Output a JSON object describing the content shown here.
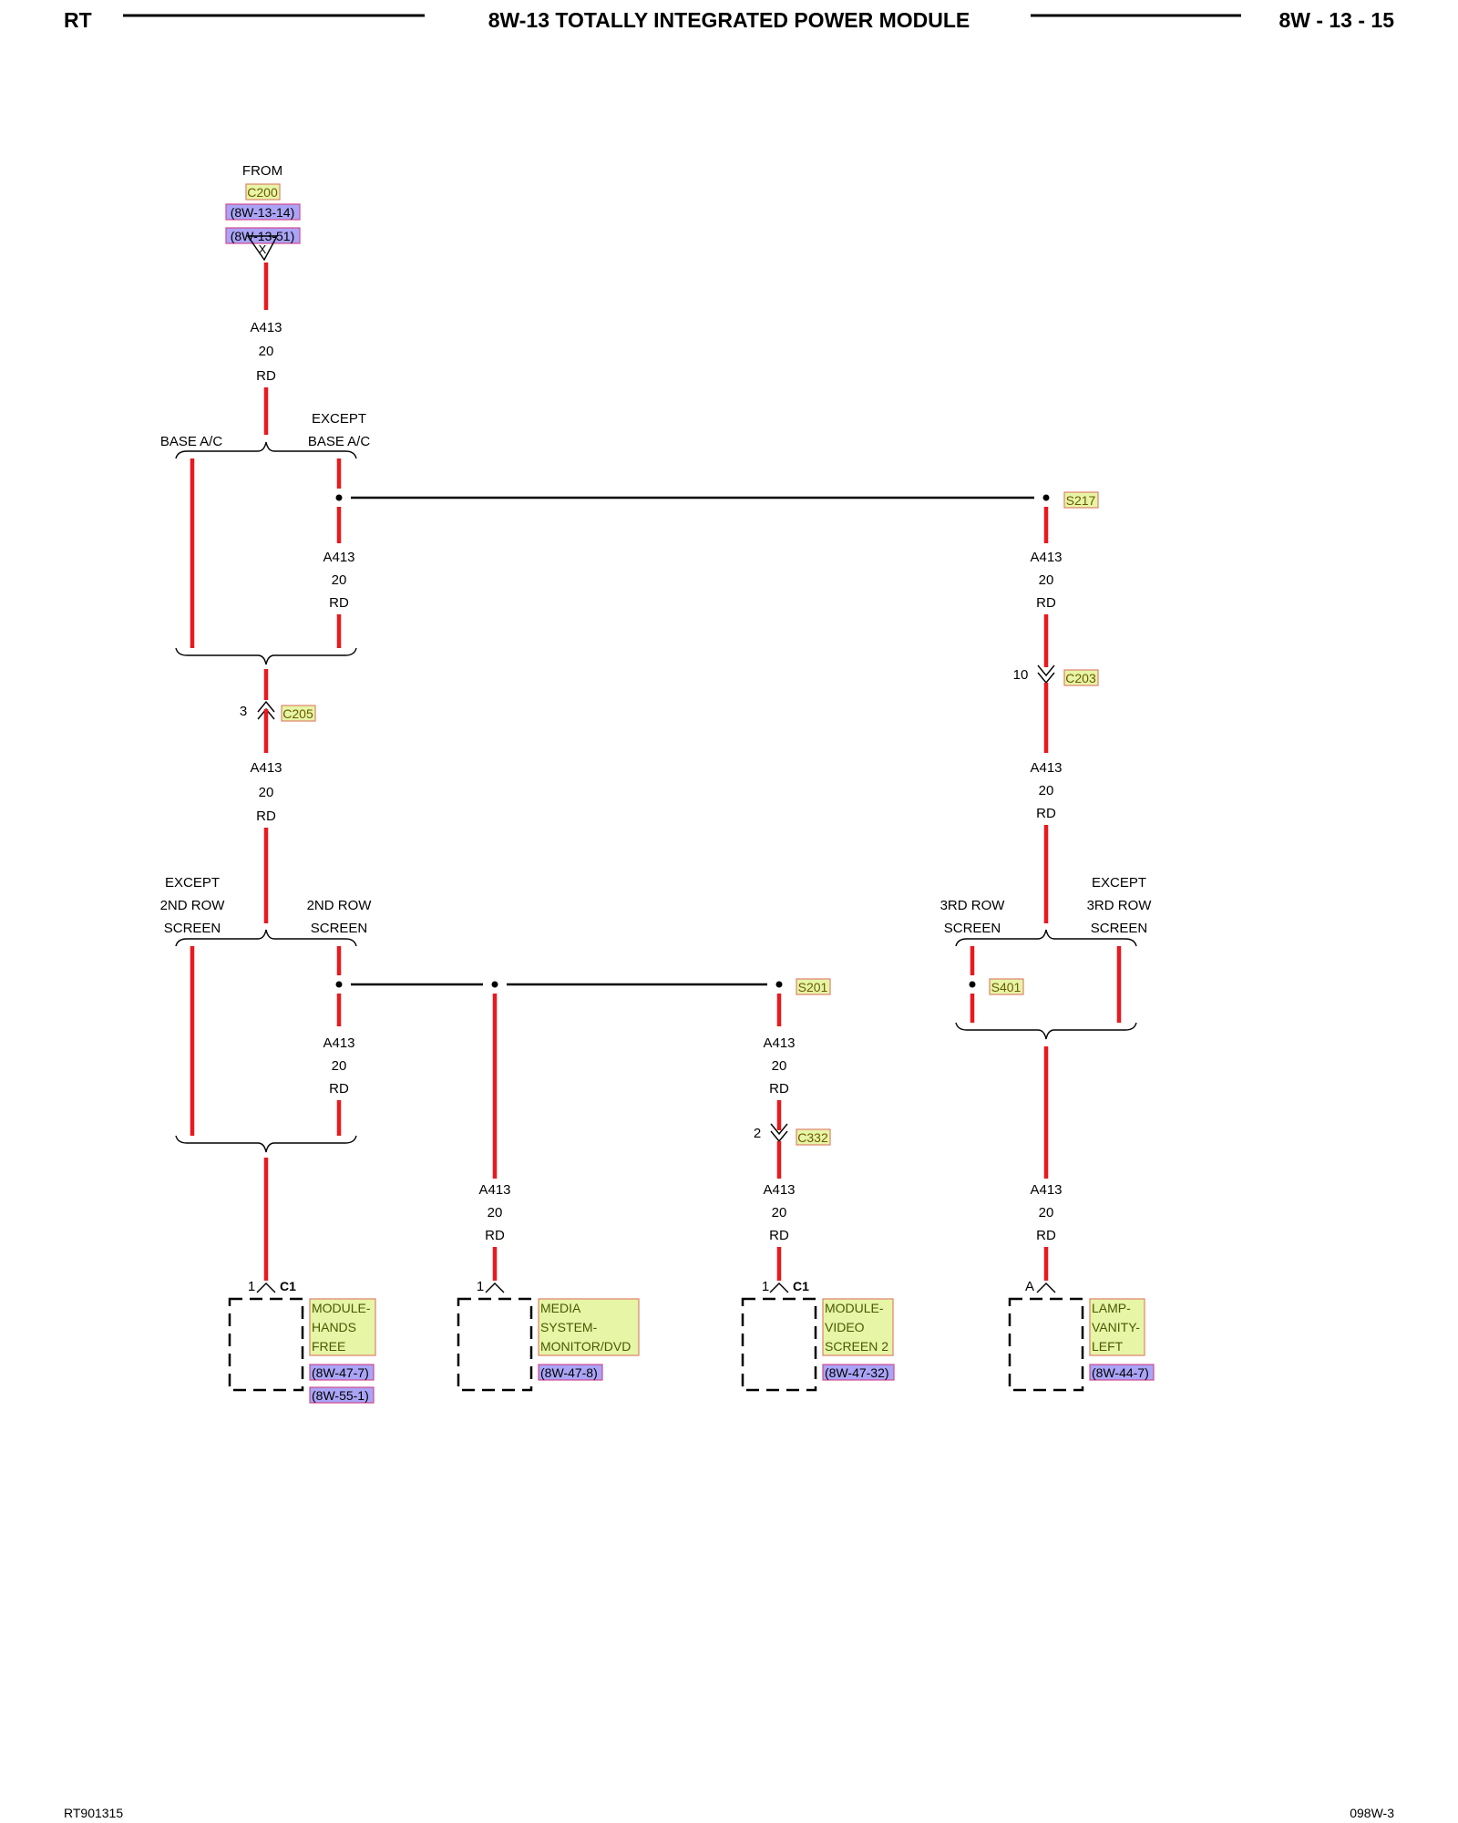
{
  "header": {
    "left": "RT",
    "title": "8W-13 TOTALLY INTEGRATED POWER MODULE",
    "right": "8W - 13 - 15"
  },
  "footer": {
    "left": "RT901315",
    "right": "098W-3"
  },
  "from_block": {
    "from": "FROM",
    "connector": "C200",
    "refs": [
      "(8W-13-14)",
      "(8W-13-51)"
    ],
    "pin": "X"
  },
  "wire": {
    "circuit": "A413",
    "gauge": "20",
    "color": "RD"
  },
  "options": {
    "base_ac": "BASE A/C",
    "except_base_ac": [
      "EXCEPT",
      "BASE A/C"
    ],
    "except_2nd_row": [
      "EXCEPT",
      "2ND ROW",
      "SCREEN"
    ],
    "2nd_row": [
      "2ND ROW",
      "SCREEN"
    ],
    "3rd_row": [
      "3RD ROW",
      "SCREEN"
    ],
    "except_3rd_row": [
      "EXCEPT",
      "3RD ROW",
      "SCREEN"
    ]
  },
  "splices": {
    "s217": "S217",
    "s201": "S201",
    "s401": "S401"
  },
  "connectors": {
    "c205": {
      "name": "C205",
      "pin": "3"
    },
    "c203": {
      "name": "C203",
      "pin": "10"
    },
    "c332": {
      "name": "C332",
      "pin": "2"
    }
  },
  "components": [
    {
      "pin": "1",
      "conn": "C1",
      "lines": [
        "MODULE-",
        "HANDS",
        "FREE"
      ],
      "refs": [
        "(8W-47-7)",
        "(8W-55-1)"
      ]
    },
    {
      "pin": "1",
      "conn": "",
      "lines": [
        "MEDIA",
        "SYSTEM-",
        "MONITOR/DVD"
      ],
      "refs": [
        "(8W-47-8)"
      ]
    },
    {
      "pin": "1",
      "conn": "C1",
      "lines": [
        "MODULE-",
        "VIDEO",
        "SCREEN 2"
      ],
      "refs": [
        "(8W-47-32)"
      ]
    },
    {
      "pin": "A",
      "conn": "",
      "lines": [
        "LAMP-",
        "VANITY-",
        "LEFT"
      ],
      "refs": [
        "(8W-44-7)"
      ]
    }
  ],
  "colors": {
    "wire": "#e8191f",
    "label_fill": "#e6f5a6",
    "ref_fill": "#a9a4f6"
  }
}
